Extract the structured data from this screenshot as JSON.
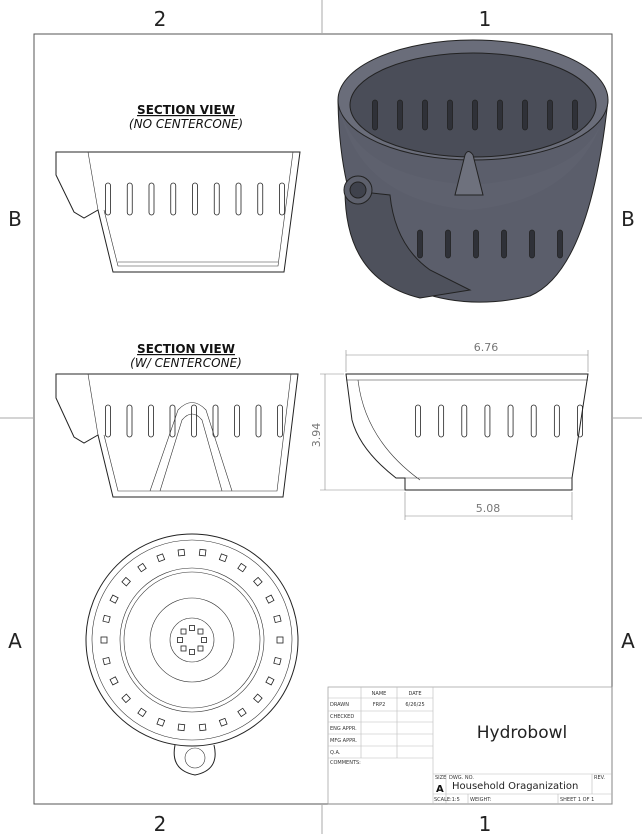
{
  "zones": {
    "top": [
      "2",
      "1"
    ],
    "bottom": [
      "2",
      "1"
    ],
    "left": [
      "B",
      "A"
    ],
    "right": [
      "B",
      "A"
    ]
  },
  "views": {
    "section1": {
      "title": "SECTION VIEW",
      "subtitle": "(NO CENTERCONE)"
    },
    "section2": {
      "title": "SECTION VIEW",
      "subtitle": "(W/ CENTERCONE)"
    },
    "dimensions": {
      "top_width": "6.76",
      "height": "3.94",
      "base_width": "5.08"
    }
  },
  "title_block": {
    "headers": {
      "name": "NAME",
      "date": "DATE"
    },
    "rows": [
      {
        "label": "DRAWN",
        "name": "FRP2",
        "date": "6/26/25"
      },
      {
        "label": "CHECKED",
        "name": "",
        "date": ""
      },
      {
        "label": "ENG APPR.",
        "name": "",
        "date": ""
      },
      {
        "label": "MFG APPR.",
        "name": "",
        "date": ""
      },
      {
        "label": "Q.A.",
        "name": "",
        "date": ""
      }
    ],
    "comments_label": "COMMENTS:",
    "title": "Hydrobowl",
    "size_label": "SIZE",
    "size": "A",
    "dwg_no_label": "DWG.  NO.",
    "dwg_no": "Household Oraganization",
    "rev_label": "REV.",
    "scale": "SCALE:1:5",
    "weight": "WEIGHT:",
    "sheet": "SHEET 1 OF 1"
  },
  "colors": {
    "part": "#5b5e6b",
    "part_dark": "#3f424c",
    "line": "#222222"
  }
}
